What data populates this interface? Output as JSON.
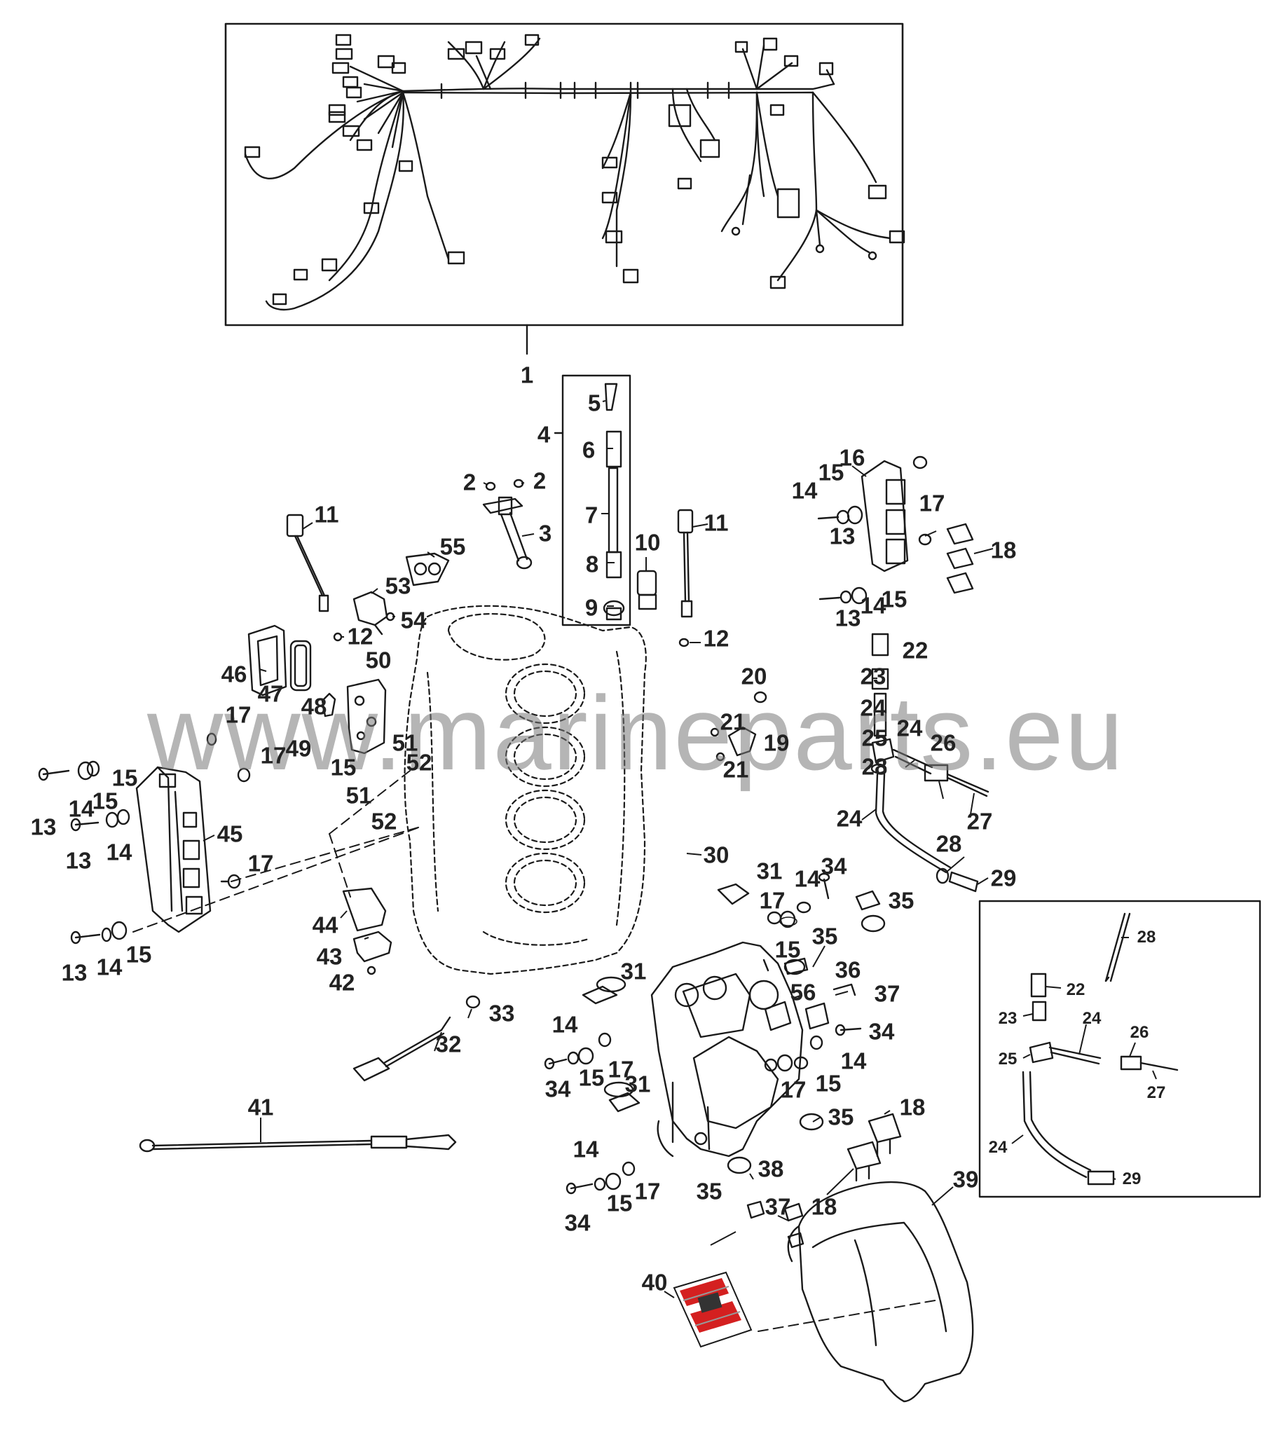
{
  "diagram": {
    "watermark": "www.marineparts.eu",
    "callouts": [
      "1",
      "2",
      "3",
      "4",
      "5",
      "6",
      "7",
      "8",
      "9",
      "10",
      "11",
      "12",
      "13",
      "14",
      "15",
      "16",
      "17",
      "18",
      "19",
      "20",
      "21",
      "22",
      "23",
      "24",
      "25",
      "26",
      "27",
      "28",
      "29",
      "30",
      "31",
      "32",
      "33",
      "34",
      "35",
      "36",
      "37",
      "38",
      "39",
      "40",
      "41",
      "42",
      "43",
      "44",
      "45",
      "46",
      "47",
      "48",
      "49",
      "50",
      "51",
      "52",
      "53",
      "54",
      "55",
      "56"
    ]
  },
  "colors": {
    "line": "#1a1a1a",
    "text": "#222222",
    "watermark": "#8a8a8a",
    "label_red": "#d42020"
  }
}
